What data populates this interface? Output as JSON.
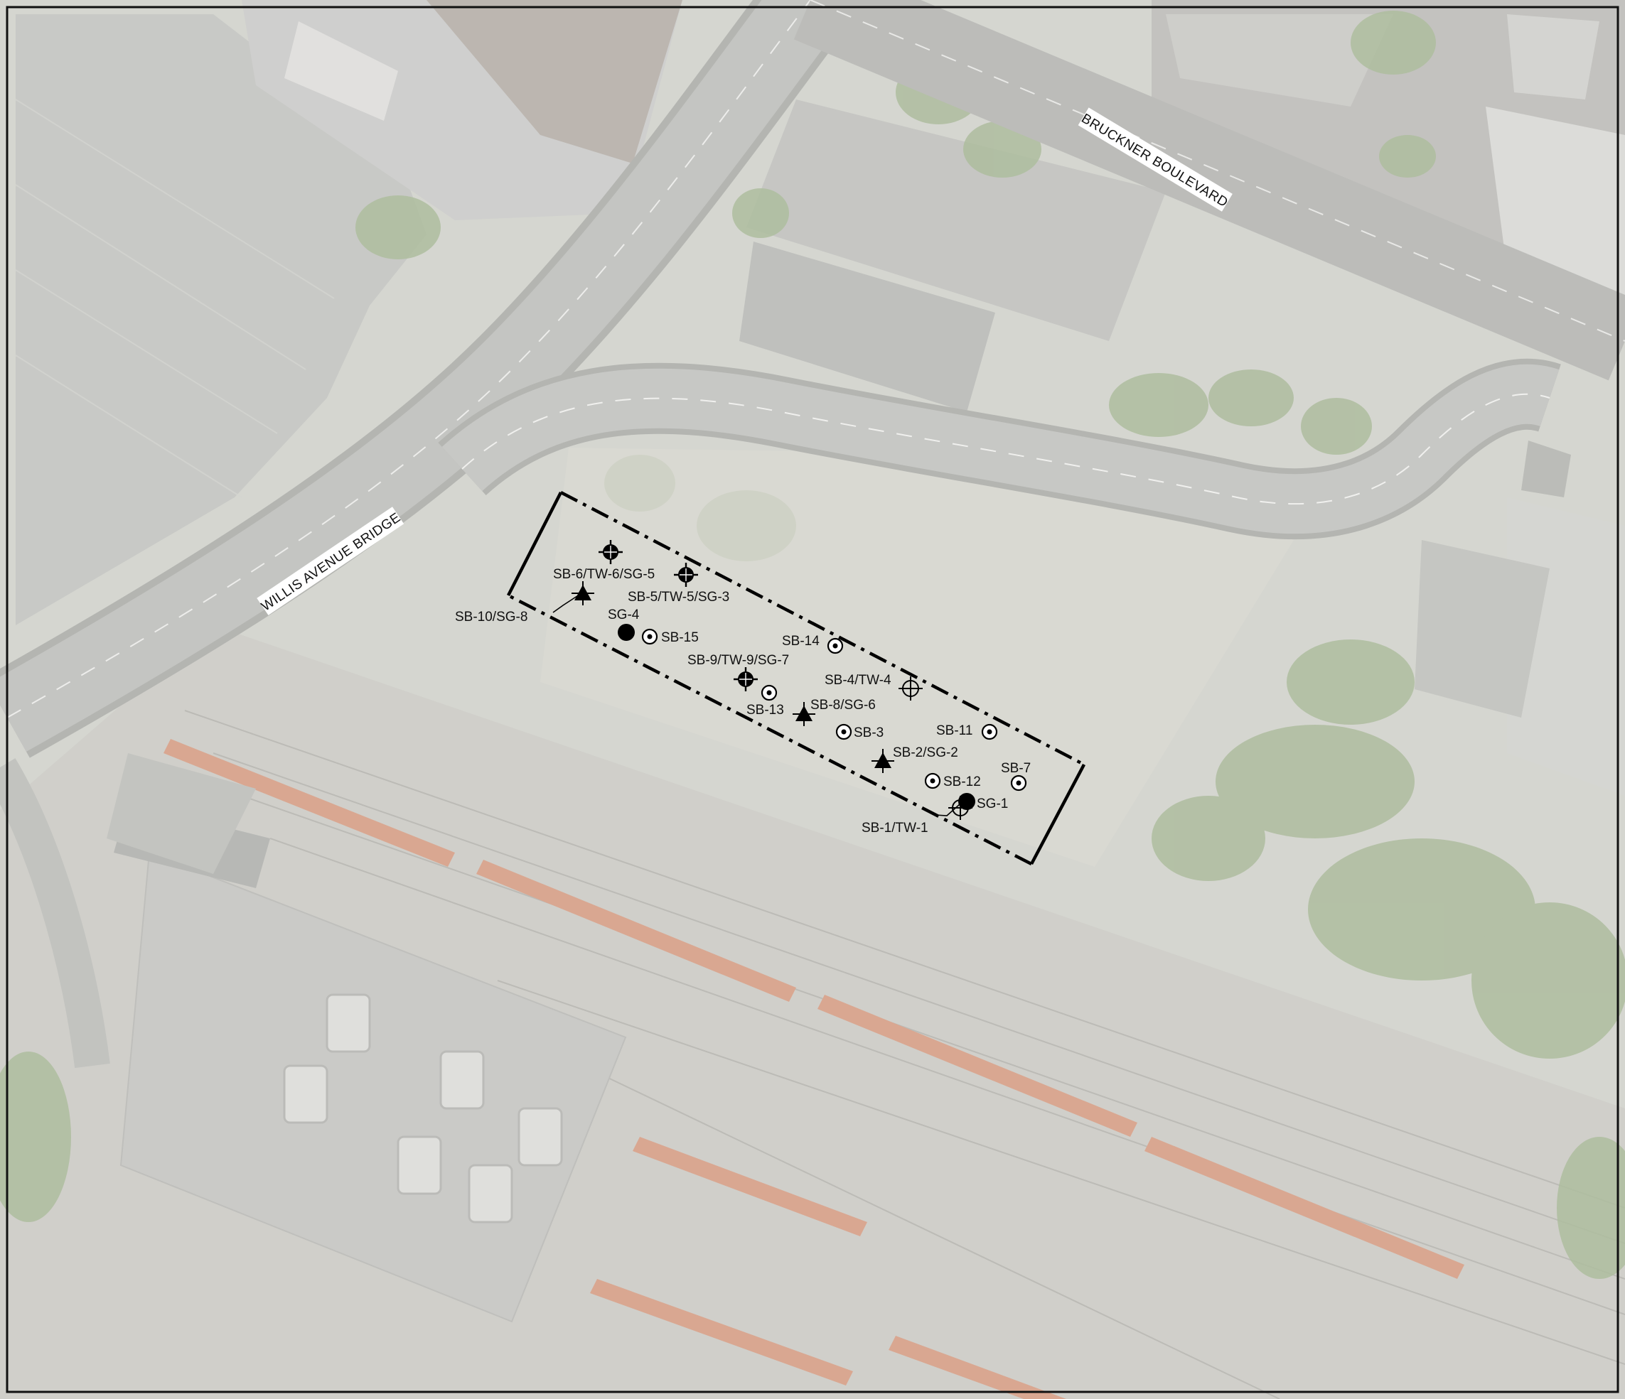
{
  "streets": {
    "willis": "WILLIS AVENUE BRIDGE",
    "bruckner": "BRUCKNER BOULEVARD"
  },
  "symbols": {
    "soil_boring": "bullseye-circle",
    "soil_gas": "filled-circle",
    "temp_well": "crosshair-circle",
    "boring_soil_gas": "triangle-crosshair",
    "boring_well_soil_gas": "filled-crosshair-circle"
  },
  "colors": {
    "boundary": "#000000",
    "markers": "#000000",
    "aerial_base": "#c9cbc3",
    "vegetation": "#98ab84",
    "railcar": "#cf8f72"
  },
  "samples": [
    {
      "id": "sb6",
      "label": "SB-6/TW-6/SG-5",
      "type": "filled-crosshair"
    },
    {
      "id": "sb5",
      "label": "SB-5/TW-5/SG-3",
      "type": "filled-crosshair"
    },
    {
      "id": "sb10",
      "label": "SB-10/SG-8",
      "type": "triangle"
    },
    {
      "id": "sg4",
      "label": "SG-4",
      "type": "dot"
    },
    {
      "id": "sb15",
      "label": "SB-15",
      "type": "bullseye"
    },
    {
      "id": "sb14",
      "label": "SB-14",
      "type": "bullseye"
    },
    {
      "id": "sb9",
      "label": "SB-9/TW-9/SG-7",
      "type": "filled-crosshair"
    },
    {
      "id": "sb4",
      "label": "SB-4/TW-4",
      "type": "crosshair"
    },
    {
      "id": "sb13",
      "label": "SB-13",
      "type": "bullseye"
    },
    {
      "id": "sb8",
      "label": "SB-8/SG-6",
      "type": "triangle"
    },
    {
      "id": "sb3",
      "label": "SB-3",
      "type": "bullseye"
    },
    {
      "id": "sb11",
      "label": "SB-11",
      "type": "bullseye"
    },
    {
      "id": "sb2",
      "label": "SB-2/SG-2",
      "type": "triangle"
    },
    {
      "id": "sb7",
      "label": "SB-7",
      "type": "bullseye"
    },
    {
      "id": "sb12",
      "label": "SB-12",
      "type": "bullseye"
    },
    {
      "id": "sg1",
      "label": "SG-1",
      "type": "dot"
    },
    {
      "id": "sb1",
      "label": "SB-1/TW-1",
      "type": "crosshair"
    }
  ]
}
